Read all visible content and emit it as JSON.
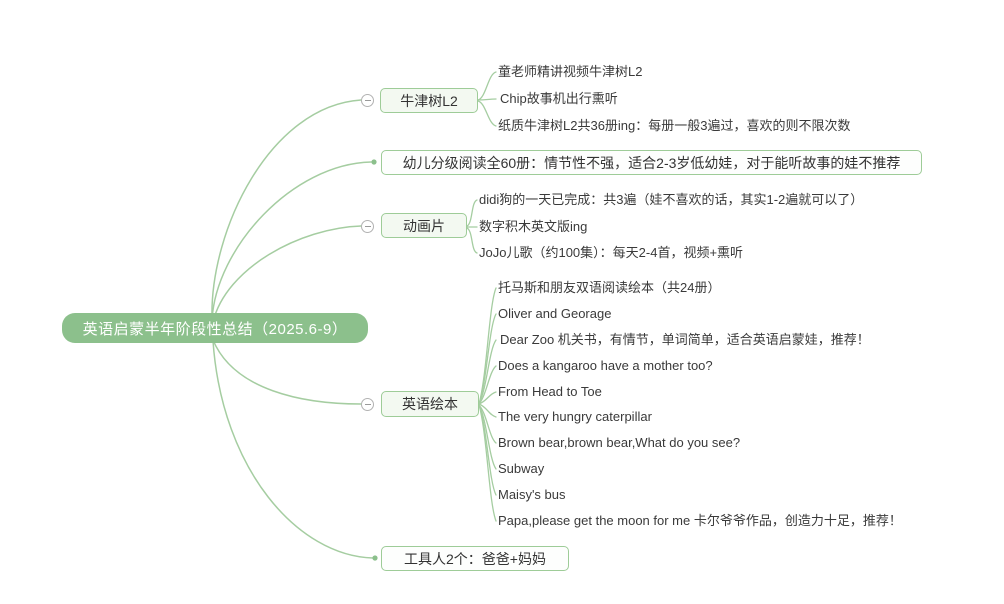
{
  "root": {
    "label": "英语启蒙半年阶段性总结（2025.6-9）"
  },
  "branches": [
    {
      "label": "牛津树L2",
      "children": [
        "童老师精讲视频牛津树L2",
        "Chip故事机出行熏听",
        "纸质牛津树L2共36册ing：每册一般3遍过，喜欢的则不限次数"
      ]
    },
    {
      "label": "幼儿分级阅读全60册：情节性不强，适合2-3岁低幼娃，对于能听故事的娃不推荐",
      "children": []
    },
    {
      "label": "动画片",
      "children": [
        "didi狗的一天已完成：共3遍（娃不喜欢的话，其实1-2遍就可以了）",
        "数字积木英文版ing",
        "JoJo儿歌（约100集）：每天2-4首，视频+熏听"
      ]
    },
    {
      "label": "英语绘本",
      "children": [
        "托马斯和朋友双语阅读绘本（共24册）",
        "Oliver and Georage",
        "Dear Zoo 机关书，有情节，单词简单，适合英语启蒙娃，推荐！",
        "Does a kangaroo have a mother too?",
        "From Head to Toe",
        "The very hungry caterpillar",
        "Brown bear,brown bear,What do you see?",
        "Subway",
        "Maisy's bus",
        "Papa,please get the moon for me 卡尔爷爷作品，创造力十足，推荐！"
      ]
    },
    {
      "label": "工具人2个：爸爸+妈妈",
      "children": []
    }
  ],
  "colors": {
    "root_bg": "#8CC08C",
    "node_border": "#9ECC98",
    "node_fill": "#F3F9F1",
    "line": "#A5CDA1",
    "text": "#333333",
    "root_text": "#FFFFFF"
  }
}
